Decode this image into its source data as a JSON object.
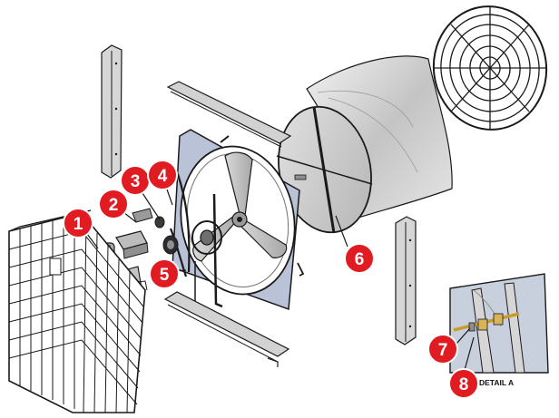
{
  "callouts": [
    {
      "label": "1",
      "part": "motor"
    },
    {
      "label": "2",
      "part": "motor-mount-bracket"
    },
    {
      "label": "3",
      "part": "motor-pulley"
    },
    {
      "label": "4",
      "part": "drive-belt"
    },
    {
      "label": "5",
      "part": "fan-pulley-assembly"
    },
    {
      "label": "6",
      "part": "cone-back-plate"
    },
    {
      "label": "7",
      "part": "shaft-bearing"
    },
    {
      "label": "8",
      "part": "bearing-bolt"
    }
  ],
  "detail": {
    "label": "DETAIL A"
  },
  "colors": {
    "callout_fill": "#e11b22",
    "callout_ring": "#ffffff",
    "line": "#1a1a1a",
    "metal_light": "#d7d7d7",
    "metal_mid": "#bdbdbd",
    "metal_dark": "#8f8f8f",
    "blue_frame": "#b9c2d6",
    "brass": "#c99a2e"
  }
}
